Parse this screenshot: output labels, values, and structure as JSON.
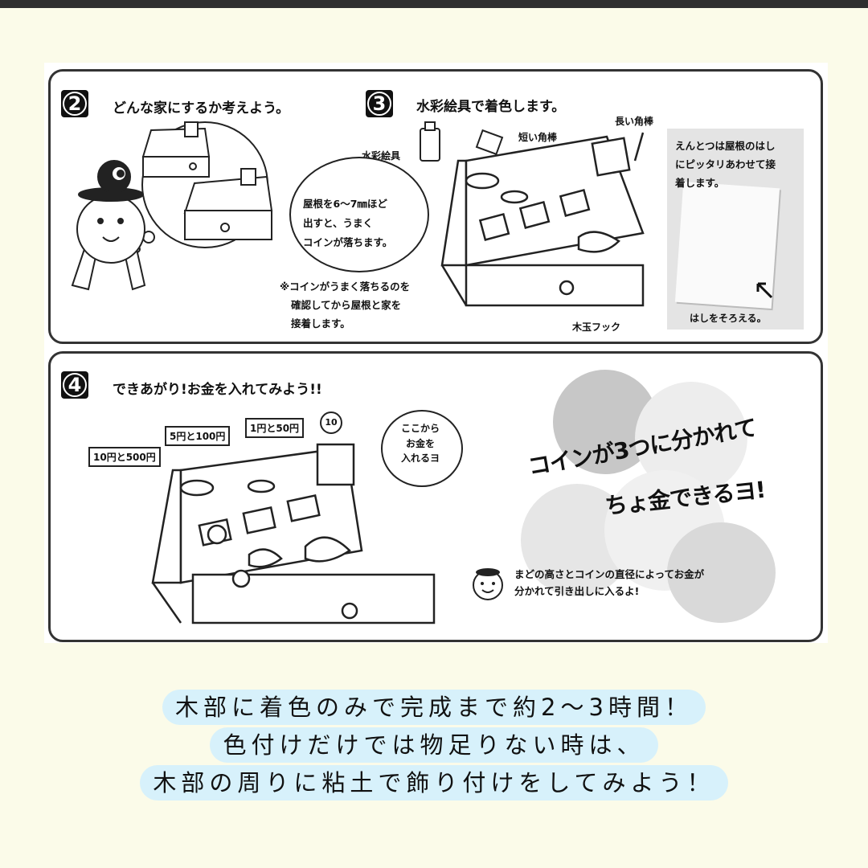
{
  "step2": {
    "number": "2",
    "heading": "どんな家にするか考えよう。"
  },
  "step3": {
    "number": "3",
    "heading": "水彩絵具で着色します。",
    "labels": {
      "long_stick": "長い角棒",
      "short_stick": "短い角棒",
      "paint": "水彩絵具",
      "hook": "木玉フック"
    },
    "bubble_lines": [
      "屋根を6〜7㎜ほど",
      "出すと、うまく",
      "コインが落ちます。"
    ],
    "note_lines": [
      "※コインがうまく落ちるのを",
      "確認してから屋根と家を",
      "接着します。"
    ],
    "photo_lines": [
      "えんとつは屋根のはし",
      "にピッタリあわせて接",
      "着します。"
    ],
    "photo_caption": "はしをそろえる。"
  },
  "step4": {
    "number": "4",
    "heading": "できあがり!お金を入れてみよう!!",
    "tags": [
      "10円と500円",
      "5円と100円",
      "1円と50円"
    ],
    "coin_label": "10",
    "bubble_lines": [
      "ここから",
      "お金を",
      "入れるヨ"
    ],
    "big_lines": [
      "コインが3つに分かれて",
      "ちょ金できるヨ!"
    ],
    "tip_lines": [
      "まどの高さとコインの直径によってお金が",
      "分かれて引き出しに入るよ!"
    ]
  },
  "captions": [
    "木部に着色のみで完成まで約2〜3時間！",
    "色付けだけでは物足りない時は、",
    "木部の周りに粘土で飾り付けをしてみよう！"
  ],
  "colors": {
    "caption_bg": "#d7f1fb",
    "page_bg": "#fbfbe9",
    "ink": "#111111"
  }
}
